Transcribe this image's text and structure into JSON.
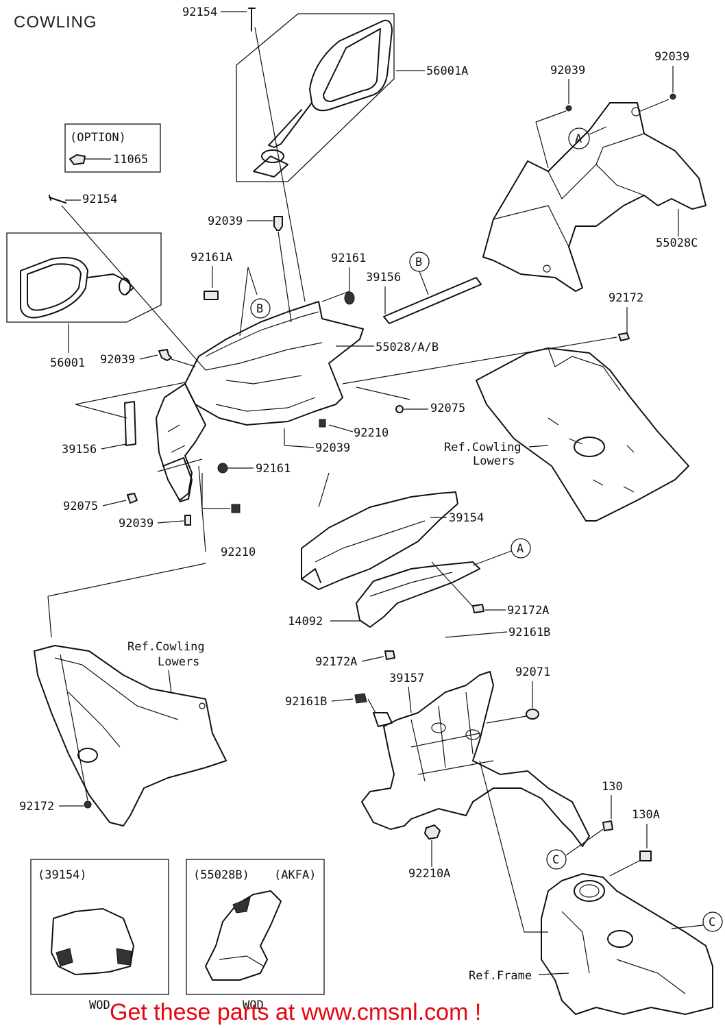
{
  "title": "COWLING",
  "banner": "Get these parts at www.cmsnl.com !",
  "labels": {
    "p92154_top": "92154",
    "p56001A": "56001A",
    "option": "(OPTION)",
    "p11065": "11065",
    "p92154_left": "92154",
    "p92039_mid": "92039",
    "p92039_a": "92039",
    "p92039_b": "92039",
    "p55028C": "55028C",
    "p92161A": "92161A",
    "p92161": "92161",
    "p39156_right": "39156",
    "p55028AB": "55028/A/B",
    "p56001": "56001",
    "p92039_left": "92039",
    "p92075_right": "92075",
    "p92172_right": "92172",
    "p39156_left": "39156",
    "p92210_mid": "92210",
    "p92039_center": "92039",
    "p92161_center": "92161",
    "ref_cowling_lowers_r1": "Ref.Cowling",
    "ref_cowling_lowers_r2": "Lowers",
    "p92075_left": "92075",
    "p92039_low": "92039",
    "p39154": "39154",
    "p92210_left": "92210",
    "p92172A_a": "92172A",
    "p14092": "14092",
    "p92161B_right": "92161B",
    "ref_cowling_lowers_l1": "Ref.Cowling",
    "ref_cowling_lowers_l2": "Lowers",
    "p92172A_b": "92172A",
    "p39157": "39157",
    "p92071": "92071",
    "p92161B_left": "92161B",
    "p130": "130",
    "p130A": "130A",
    "p92172_left": "92172",
    "p92210A": "92210A",
    "inset1_title": "(39154)",
    "inset2_title": "(55028B)",
    "inset2_sub": "(AKFA)",
    "wod1": "WOD",
    "wod2": "WOD",
    "ref_frame": "Ref.Frame",
    "callout_A": "A",
    "callout_B": "B",
    "callout_C": "C"
  }
}
